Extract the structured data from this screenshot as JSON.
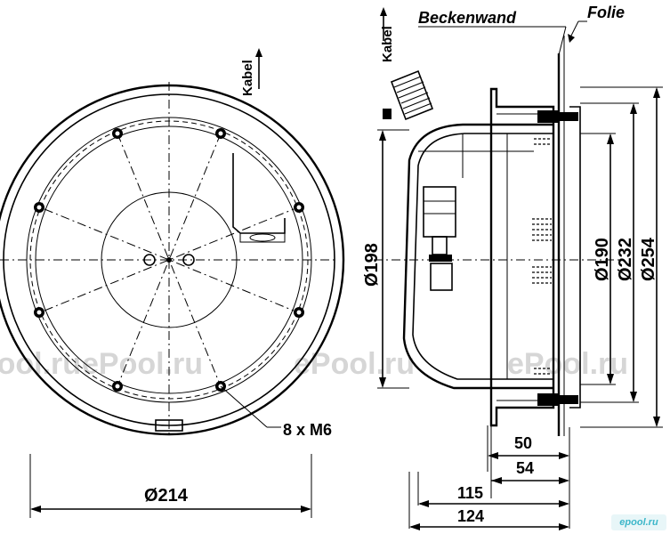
{
  "front_view": {
    "cable_label": "Kabel",
    "bolt_label": "8 x M6",
    "diameter_label": "Ø214"
  },
  "side_view": {
    "cable_label": "Kabel",
    "wall_label": "Beckenwand",
    "foil_label": "Folie",
    "dim_198": "Ø198",
    "dim_190": "Ø190",
    "dim_232": "Ø232",
    "dim_254": "Ø254",
    "dim_50": "50",
    "dim_54": "54",
    "dim_115": "115",
    "dim_124": "124"
  },
  "watermark": "ePool.ru",
  "corner_badge": "epool.ru",
  "colors": {
    "line": "#000000",
    "watermark": "#d6d6d6",
    "badge_text": "#3bb6c9"
  }
}
